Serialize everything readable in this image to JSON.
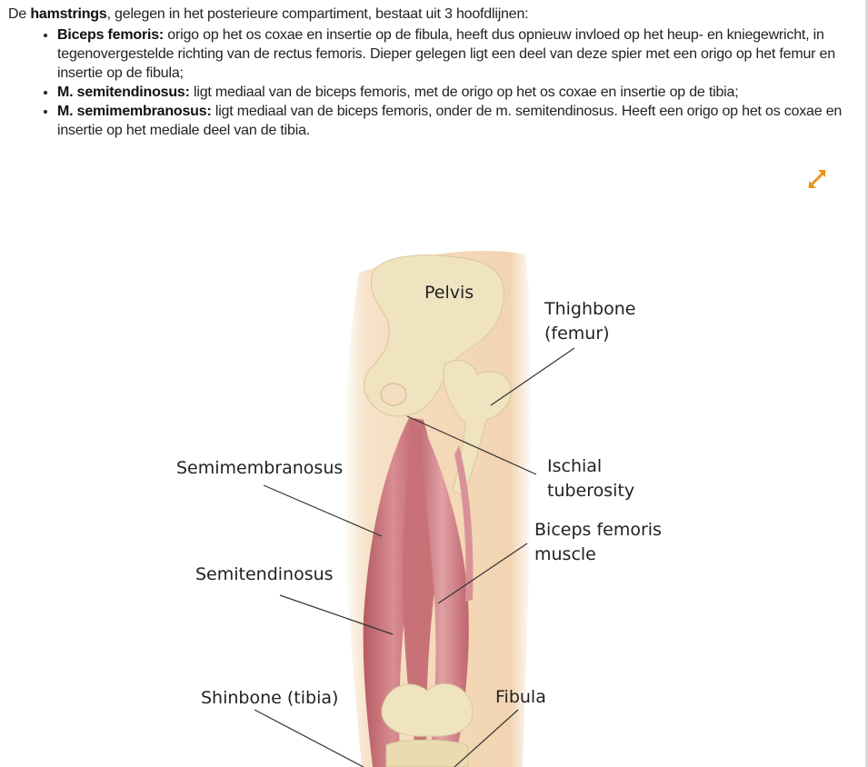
{
  "intro": {
    "prefix": "De ",
    "bold": "hamstrings",
    "suffix": ", gelegen in het posterieure compartiment, bestaat uit 3 hoofdlijnen:"
  },
  "items": [
    {
      "term": "Biceps femoris:",
      "text": " origo op het os coxae en insertie op de fibula, heeft dus opnieuw invloed op het heup- en kniegewricht, in tegenovergestelde richting van de rectus femoris. Dieper gelegen ligt een deel van deze spier met een origo op het femur en insertie op de fibula;"
    },
    {
      "term": "M. semitendinosus:",
      "text": " ligt mediaal van de biceps femoris, met de origo op het os coxae en insertie op de tibia;"
    },
    {
      "term": "M. semimembranosus:",
      "text": " ligt mediaal van de biceps femoris, onder de m. semitendinosus. Heeft een origo op het os coxae en insertie op het mediale deel van de tibia."
    }
  ],
  "expand_icon": "expand-arrows-icon",
  "colors": {
    "accent": "#e8921e",
    "muscle": "#c9737a",
    "bone": "#efe3c0",
    "skin": "#f3d9bc"
  },
  "figure": {
    "labels": {
      "pelvis": "Pelvis",
      "thighbone_1": "Thighbone",
      "thighbone_2": "(femur)",
      "semimembranosus": "Semimembranosus",
      "ischial_1": "Ischial",
      "ischial_2": "tuberosity",
      "biceps_1": "Biceps femoris",
      "biceps_2": "muscle",
      "semitendinosus": "Semitendinosus",
      "shinbone": "Shinbone (tibia)",
      "fibula": "Fibula"
    }
  }
}
